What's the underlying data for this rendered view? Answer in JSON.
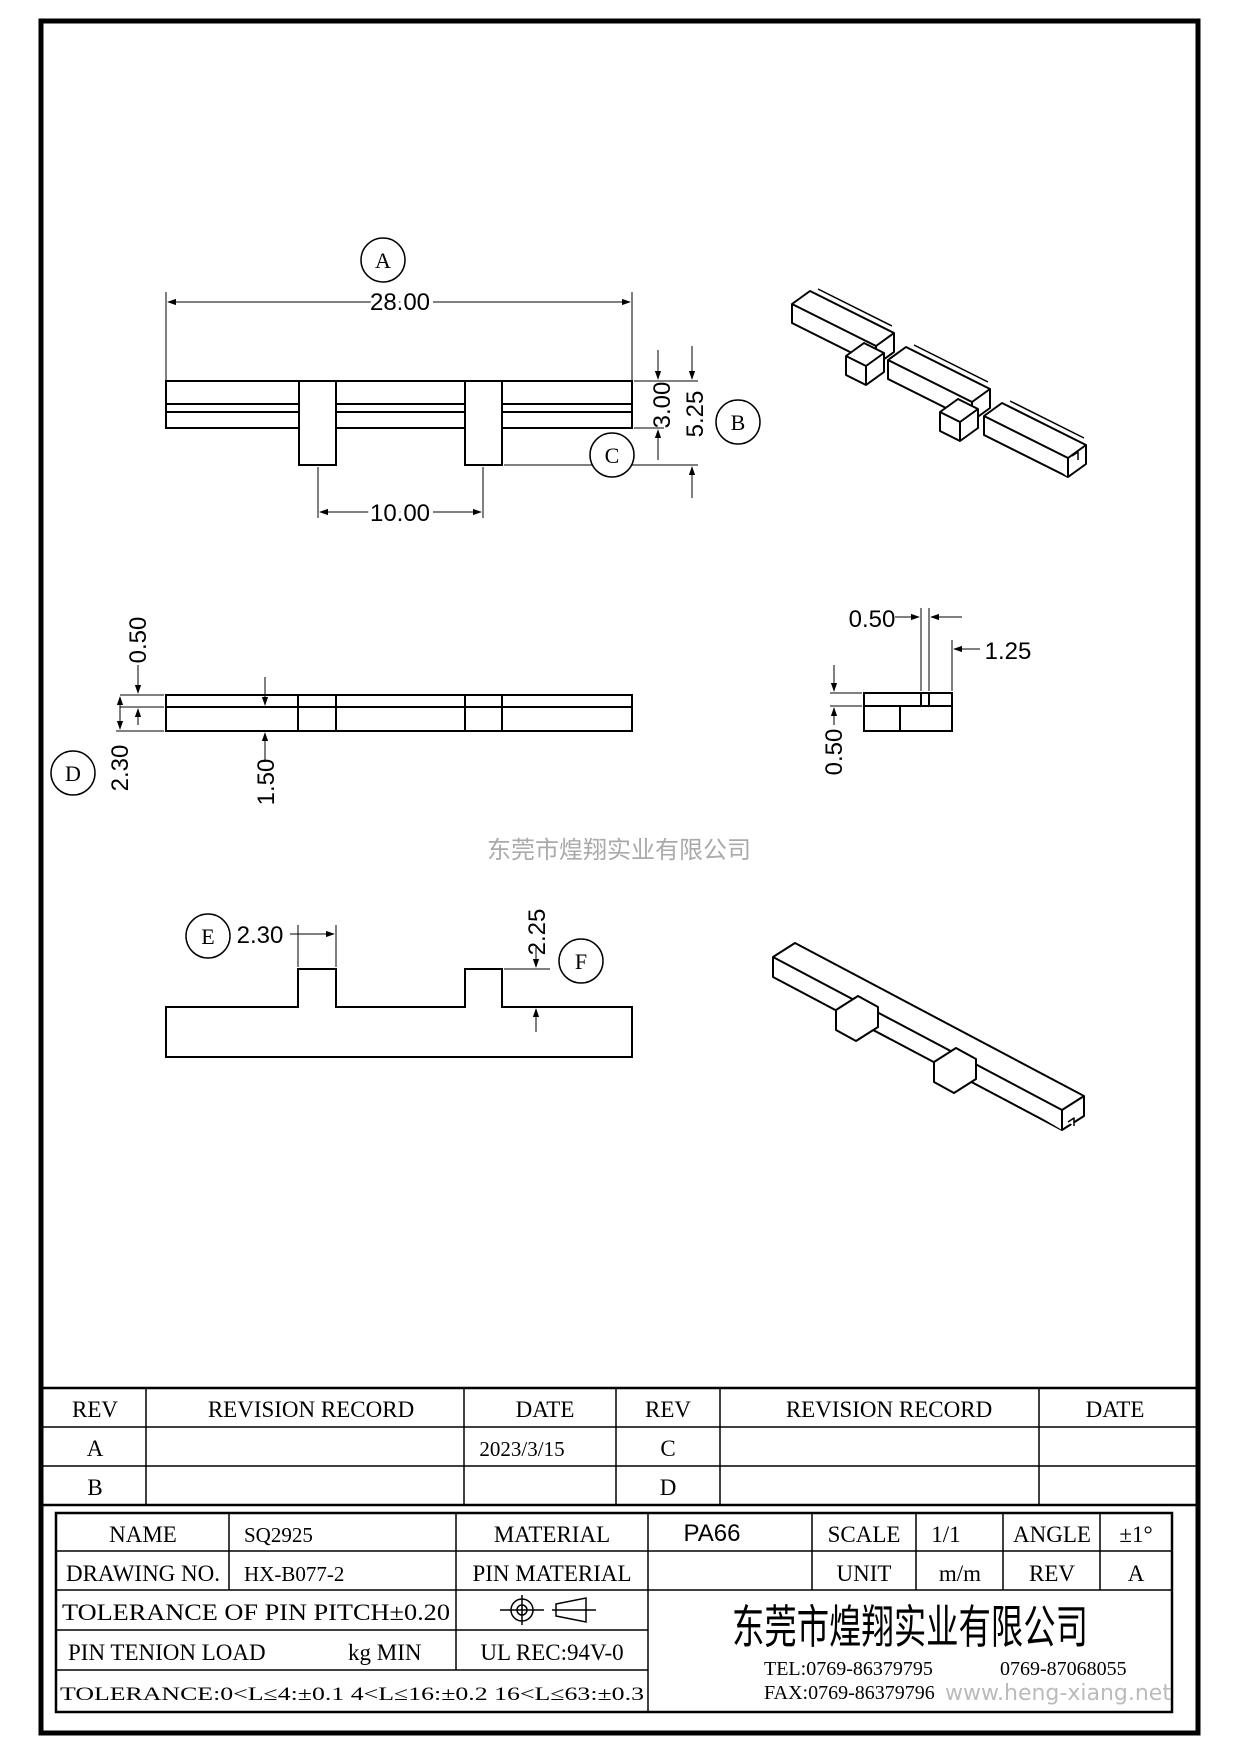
{
  "dimensions": {
    "A": "28.00",
    "B_inner": "3.00",
    "B_outer": "5.25",
    "pitch": "10.00",
    "side_top": "0.50",
    "side_height": "2.30",
    "side_slot": "1.50",
    "end_slot_w": "0.50",
    "end_width": "1.25",
    "end_depth": "0.50",
    "E_width": "2.30",
    "F_height": "2.25"
  },
  "callouts": [
    "A",
    "B",
    "C",
    "D",
    "E",
    "F"
  ],
  "watermark_center": "东莞市煌翔实业有限公司",
  "watermark_site": "www.heng-xiang.net",
  "revision_table": {
    "headers": [
      "REV",
      "REVISION RECORD",
      "DATE",
      "REV",
      "REVISION RECORD",
      "DATE"
    ],
    "rows": [
      [
        "A",
        "",
        "2023/3/15",
        "C",
        "",
        ""
      ],
      [
        "B",
        "",
        "",
        "D",
        "",
        ""
      ]
    ]
  },
  "title_block": {
    "name_label": "NAME",
    "name_value": "SQ2925",
    "material_label": "MATERIAL",
    "material_value": "PA66",
    "scale_label": "SCALE",
    "scale_value": "1/1",
    "angle_label": "ANGLE",
    "angle_value": "±1°",
    "drawing_no_label": "DRAWING NO.",
    "drawing_no_value": "HX-B077-2",
    "pin_material_label": "PIN MATERIAL",
    "unit_label": "UNIT",
    "unit_value": "m/m",
    "rev_label": "REV",
    "rev_value": "A",
    "tolerance_pitch": "TOLERANCE OF PIN PITCH±0.20",
    "pin_tension": "PIN TENION LOAD",
    "pin_tension_unit": "kg MIN",
    "ul_rec": "UL REC:94V-0",
    "tolerance_line": "TOLERANCE:0<L≤4:±0.1  4<L≤16:±0.2  16<L≤63:±0.3",
    "company": "东莞市煌翔实业有限公司",
    "tel": "TEL:0769-86379795",
    "tel2": "0769-87068055",
    "fax": "FAX:0769-86379796"
  }
}
